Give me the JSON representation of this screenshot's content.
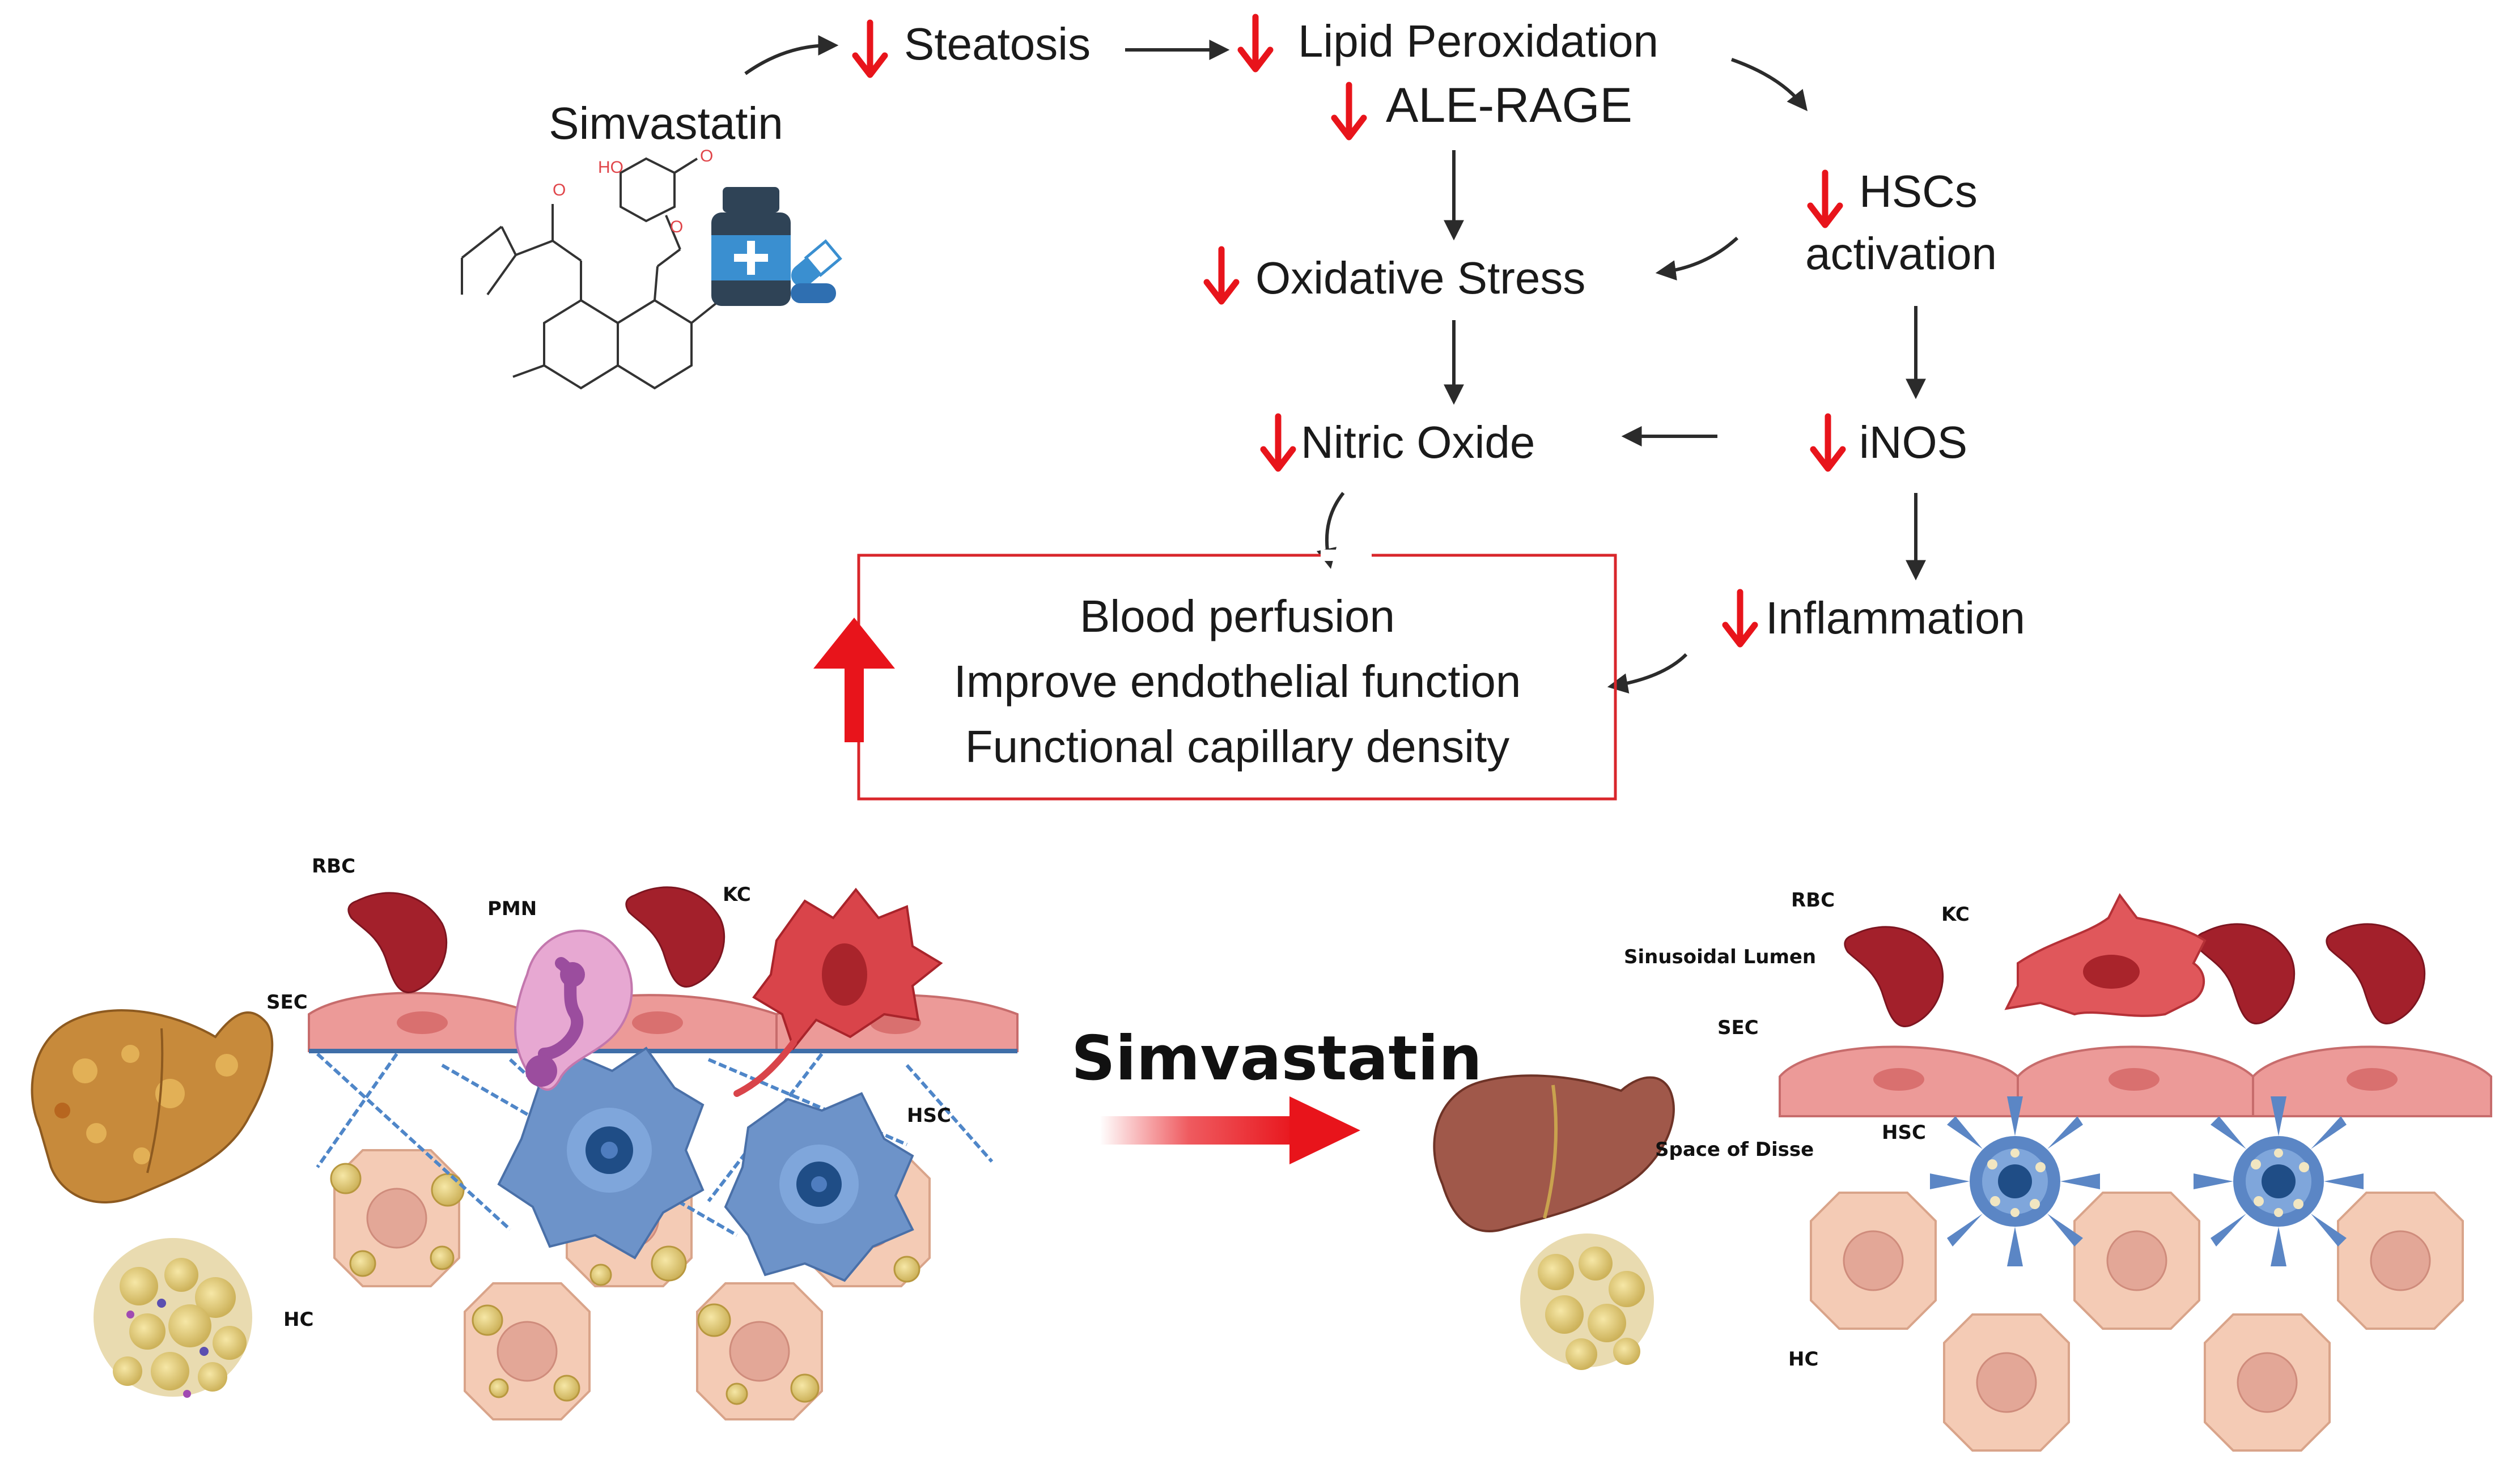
{
  "colors": {
    "decrease_arrow": "#e8141b",
    "box_border": "#d9262b",
    "flow_arrow": "#2b2b2b",
    "rbc": "#a3202b",
    "sec": "#ec9a98",
    "hsc": "#5b86c5",
    "hc": "#f4cbb5",
    "liver_healthy": "#a0584a",
    "liver_fatty": "#c78a3b"
  },
  "flow": {
    "drug": "Simvastatin",
    "steatosis": "Steatosis",
    "lipid_peroxidation": "Lipid Peroxidation",
    "ale_rage": "ALE-RAGE",
    "hscs_line1": "HSCs",
    "hscs_line2": "activation",
    "oxidative_stress": "Oxidative Stress",
    "nitric_oxide": "Nitric Oxide",
    "inos": "iNOS",
    "inflammation": "Inflammation"
  },
  "outcome_box": {
    "line1": "Blood perfusion",
    "line2": "Improve endothelial function",
    "line3": "Functional capillary density"
  },
  "icons": [
    "decrease-arrow-icon",
    "increase-arrow-icon",
    "medicine-bottle-icon",
    "capsule-icon",
    "molecule-structure-icon"
  ],
  "left_panel": {
    "rbc": "RBC",
    "pmn": "PMN",
    "kc": "KC",
    "sec": "SEC",
    "hsc": "HSC",
    "hc": "HC"
  },
  "treatment_label": "Simvastatin",
  "right_panel": {
    "rbc": "RBC",
    "kc": "KC",
    "lumen": "Sinusoidal Lumen",
    "sec": "SEC",
    "hsc": "HSC",
    "disse": "Space of Disse",
    "hc": "HC"
  }
}
